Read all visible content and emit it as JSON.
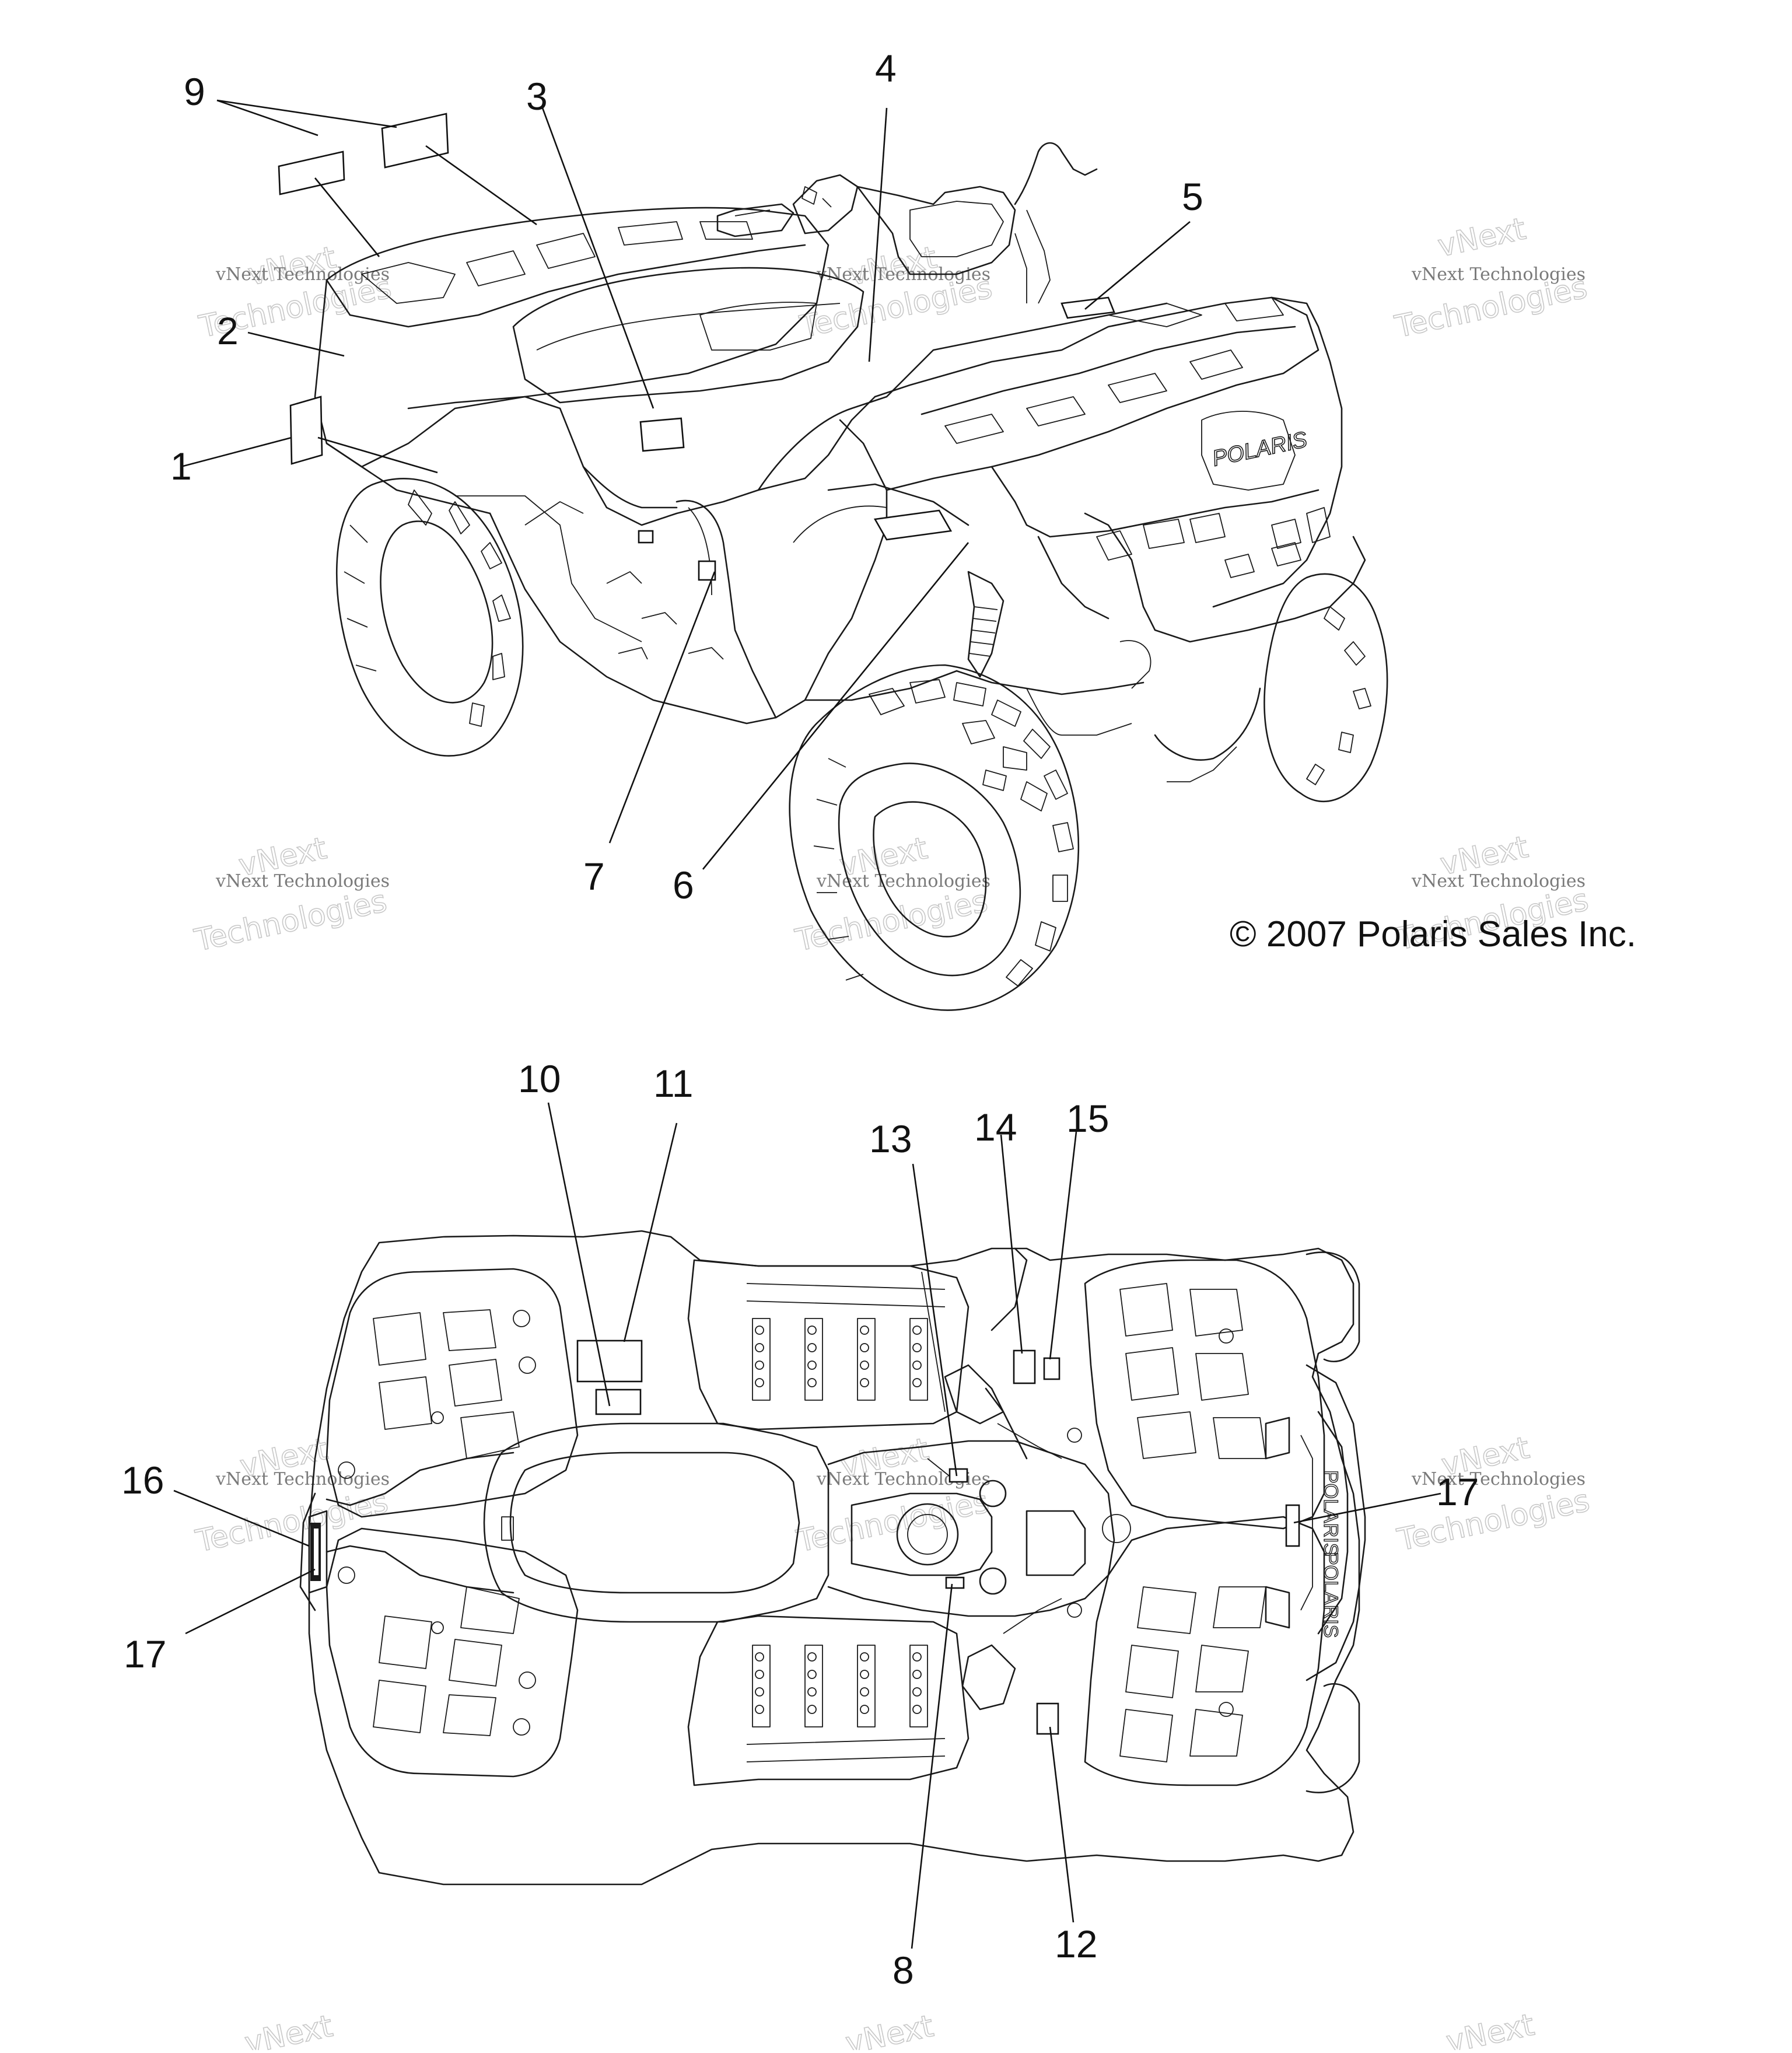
{
  "copyright": "© 2007 Polaris Sales Inc.",
  "watermark": {
    "line1": "vNext Technologies",
    "line2a": "vNext",
    "line2b": "Technologies"
  },
  "callouts": {
    "c1": "1",
    "c2": "2",
    "c3": "3",
    "c4": "4",
    "c5": "5",
    "c6": "6",
    "c7": "7",
    "c8": "8",
    "c9": "9",
    "c10": "10",
    "c11": "11",
    "c12": "12",
    "c13": "13",
    "c14": "14",
    "c15": "15",
    "c16": "16",
    "c17a": "17",
    "c17b": "17"
  },
  "hood_logo": "POLARIS",
  "colors": {
    "ink": "#1a1a1a",
    "background": "#ffffff",
    "watermark": "#7a7a7a"
  }
}
